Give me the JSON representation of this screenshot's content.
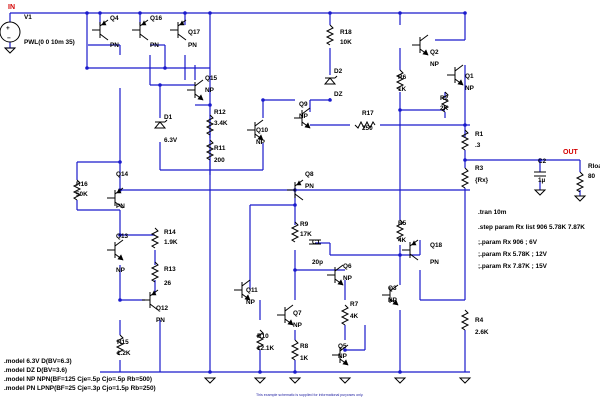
{
  "nets": {
    "in": "IN",
    "out": "OUT"
  },
  "sources": [
    {
      "ref": "V1",
      "value": "PWL(0 0 10m 35)"
    }
  ],
  "transistors": [
    {
      "ref": "Q4",
      "type": "PN"
    },
    {
      "ref": "Q16",
      "type": "PN"
    },
    {
      "ref": "Q17",
      "type": "PN"
    },
    {
      "ref": "Q15",
      "type": "NP"
    },
    {
      "ref": "Q10",
      "type": "NP"
    },
    {
      "ref": "Q9",
      "type": "NP"
    },
    {
      "ref": "Q2",
      "type": "NP"
    },
    {
      "ref": "Q1",
      "type": "NP"
    },
    {
      "ref": "Q14",
      "type": "PN"
    },
    {
      "ref": "Q8",
      "type": "PN"
    },
    {
      "ref": "Q13",
      "type": "NP"
    },
    {
      "ref": "Q12",
      "type": "PN"
    },
    {
      "ref": "Q11",
      "type": "NP"
    },
    {
      "ref": "Q7",
      "type": "NP"
    },
    {
      "ref": "Q6",
      "type": "NP"
    },
    {
      "ref": "Q5",
      "type": "NP"
    },
    {
      "ref": "Q3",
      "type": "NP"
    },
    {
      "ref": "Q18",
      "type": "PN"
    }
  ],
  "resistors": [
    {
      "ref": "R18",
      "value": "10K"
    },
    {
      "ref": "R6",
      "value": "1K"
    },
    {
      "ref": "R2",
      "value": "2K"
    },
    {
      "ref": "R12",
      "value": "3.4K"
    },
    {
      "ref": "R11",
      "value": "200"
    },
    {
      "ref": "R17",
      "value": "250"
    },
    {
      "ref": "R1",
      "value": ".3"
    },
    {
      "ref": "R3",
      "value": "{Rx}"
    },
    {
      "ref": "R16",
      "value": "50K"
    },
    {
      "ref": "R14",
      "value": "1.9K"
    },
    {
      "ref": "R13",
      "value": "26"
    },
    {
      "ref": "R9",
      "value": "17K"
    },
    {
      "ref": "R5",
      "value": "4K"
    },
    {
      "ref": "R7",
      "value": "4K"
    },
    {
      "ref": "R15",
      "value": "1.2K"
    },
    {
      "ref": "R10",
      "value": "12.1K"
    },
    {
      "ref": "R8",
      "value": "1K"
    },
    {
      "ref": "R4",
      "value": "2.6K"
    },
    {
      "ref": "Rload",
      "value": "80"
    }
  ],
  "diodes": [
    {
      "ref": "D1",
      "value": "6.3V"
    },
    {
      "ref": "D2",
      "value": "DZ"
    }
  ],
  "capacitors": [
    {
      "ref": "C1",
      "value": "20p"
    },
    {
      "ref": "C2",
      "value": "1µ"
    }
  ],
  "directives": [
    ".tran 10m",
    ".step param Rx list 906 5.78K 7.87K",
    ";.param Rx 906 ; 6V",
    ";.param Rx 5.78K ; 12V",
    ";.param Rx 7.87K ; 15V"
  ],
  "models": [
    ".model 6.3V D(BV=6.3)",
    ".model DZ D(BV=3.6)",
    ".model NP NPN(BF=125 Cje=.5p Cjo=.5p Rb=500)",
    ".model PN LPNP(BF=25 Cje=.3p Cjo=1.5p Rb=250)"
  ],
  "footnote": "This example schematic is supplied for informational purposes only.",
  "colors": {
    "wire": "#1a1acc",
    "component": "#000000",
    "net_label": "#d40000",
    "background": "#ffffff"
  }
}
